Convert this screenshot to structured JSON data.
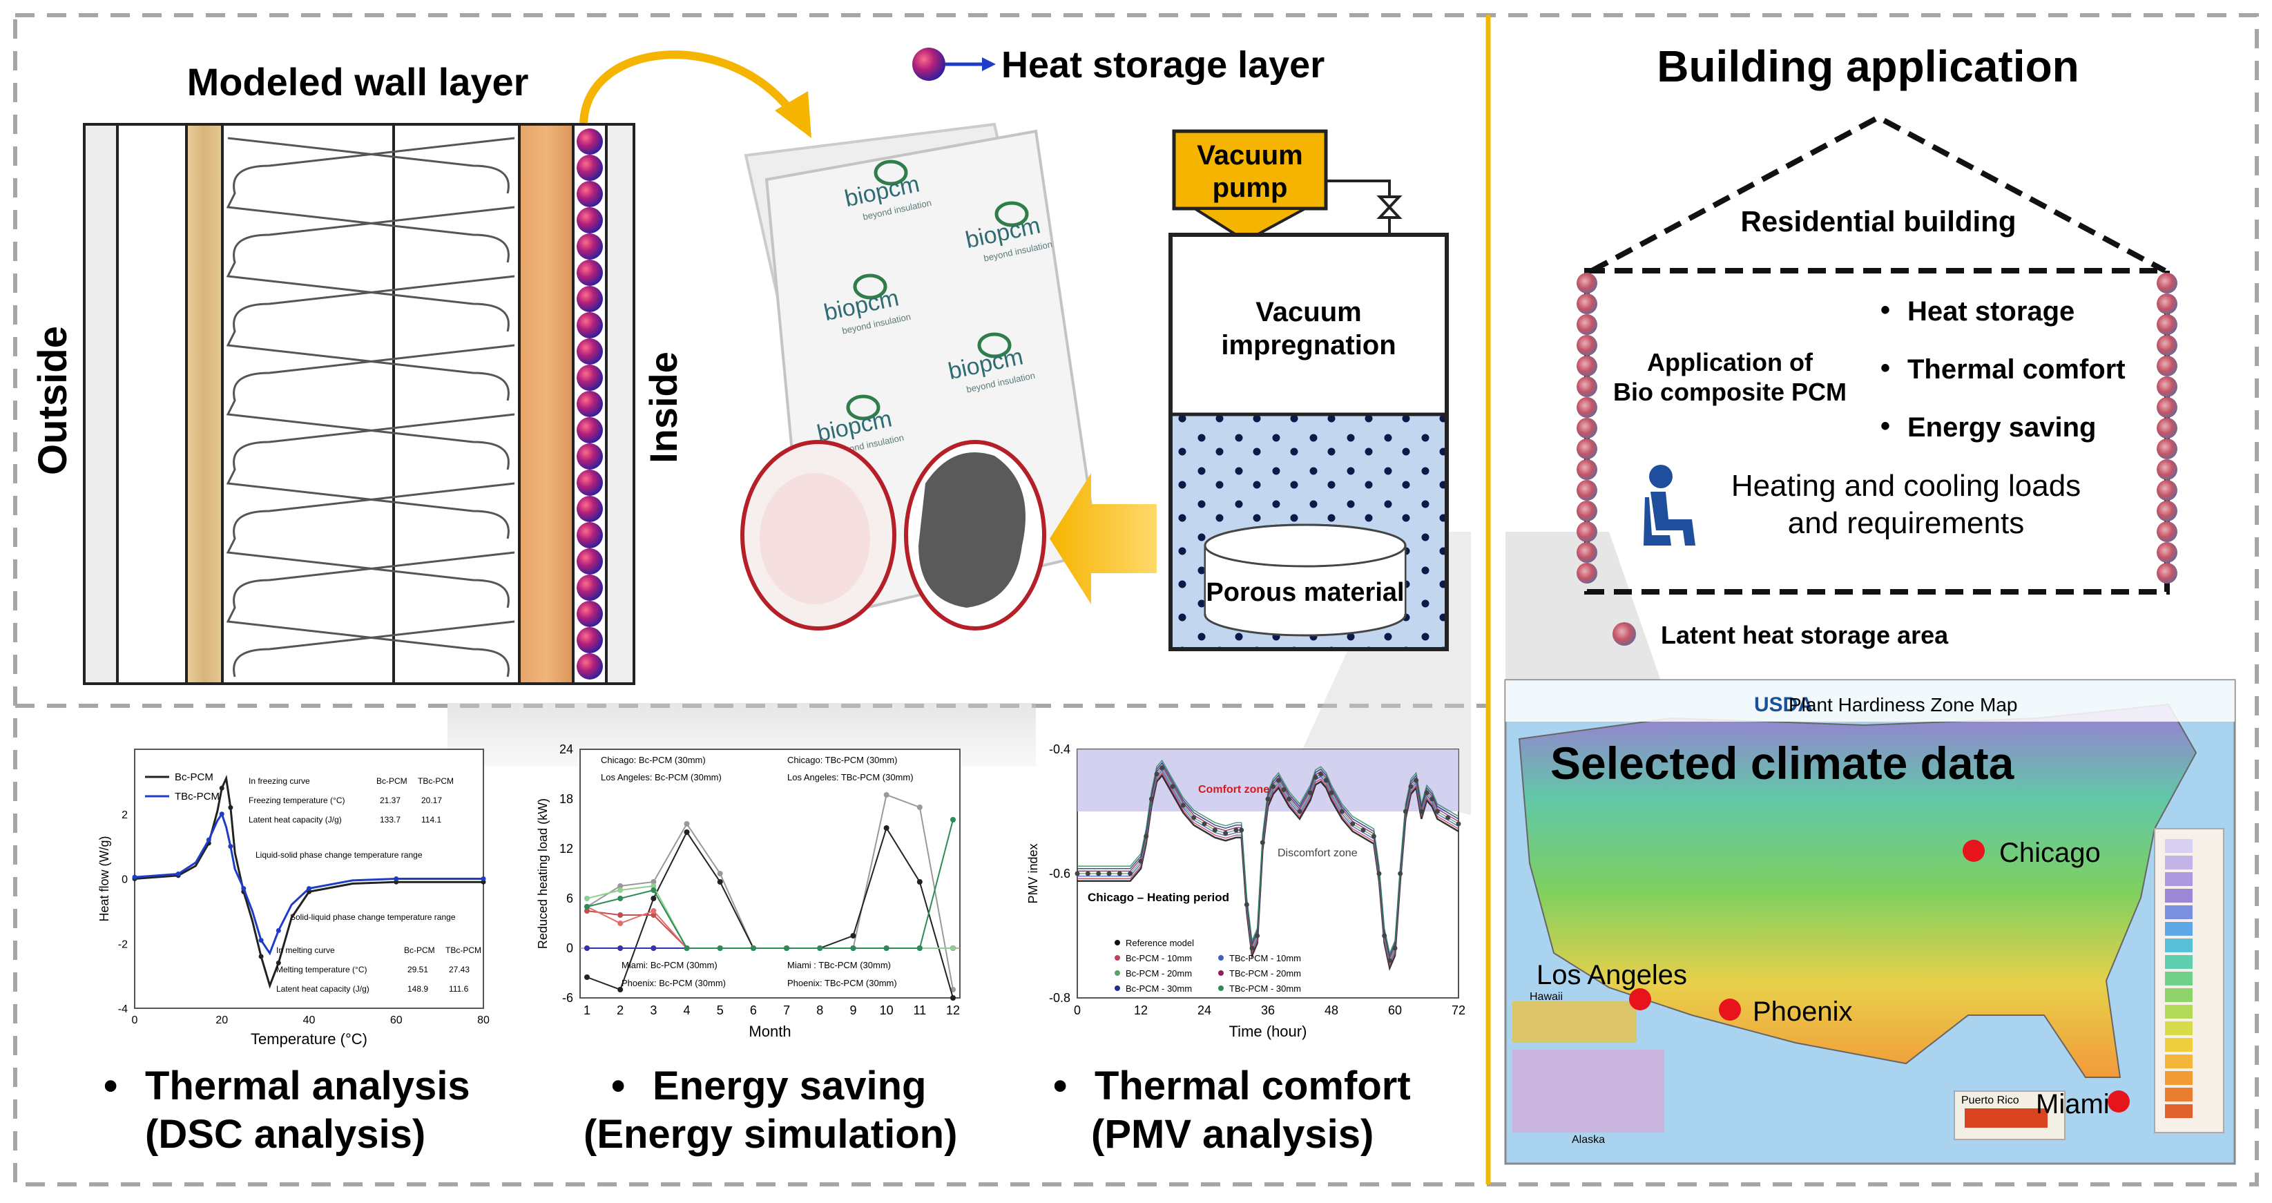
{
  "wall": {
    "title": "Modeled wall layer",
    "outside": "Outside",
    "inside": "Inside"
  },
  "heat_storage_legend": "Heat storage layer",
  "biopcm": {
    "brand": "biopcm",
    "tagline": "beyond insulation"
  },
  "vacuum": {
    "pump": [
      "Vacuum",
      "pump"
    ],
    "impregnation": [
      "Vacuum",
      "impregnation"
    ],
    "porous": "Porous material"
  },
  "building": {
    "title": "Building application",
    "residential": "Residential building",
    "application": [
      "Application of",
      "Bio composite PCM"
    ],
    "bullets": [
      "Heat storage",
      "Thermal comfort",
      "Energy saving"
    ],
    "loads": [
      "Heating and cooling loads",
      "and requirements"
    ],
    "latent_legend": "Latent heat storage area"
  },
  "map": {
    "title": "Plant Hardiness Zone Map",
    "usda": "USDA",
    "overlay": "Selected climate data",
    "cities": [
      "Chicago",
      "Los Angeles",
      "Phoenix",
      "Miami"
    ],
    "insets": [
      "Hawaii",
      "Alaska",
      "Puerto Rico"
    ]
  },
  "analyses": [
    {
      "bullet": "•",
      "line1": "Thermal analysis",
      "line2": "(DSC analysis)"
    },
    {
      "bullet": "•",
      "line1": "Energy saving",
      "line2": "(Energy simulation)"
    },
    {
      "bullet": "•",
      "line1": "Thermal comfort",
      "line2": "(PMV analysis)"
    }
  ],
  "chart_data": [
    {
      "type": "line",
      "title": "",
      "xlabel": "Temperature (°C)",
      "ylabel": "Heat flow (W/g)",
      "xlim": [
        0,
        80
      ],
      "ylim": [
        -4,
        4
      ],
      "xticks": [
        "0",
        "20",
        "40",
        "60",
        "80"
      ],
      "yticks": [
        "2",
        "0",
        "-2",
        "-4"
      ],
      "legend": [
        "Bc-PCM",
        "TBc-PCM"
      ],
      "annotations": [
        "Liquid-solid phase change temperature range",
        "Solid-liquid phase change temperature range"
      ],
      "freezing_table": {
        "header": [
          "In freezing curve",
          "Bc-PCM",
          "TBc-PCM"
        ],
        "rows": [
          [
            "Freezing temperature (°C)",
            "21.37",
            "20.17"
          ],
          [
            "Latent heat capacity (J/g)",
            "133.7",
            "114.1"
          ]
        ]
      },
      "melting_table": {
        "header": [
          "In melting curve",
          "Bc-PCM",
          "TBc-PCM"
        ],
        "rows": [
          [
            "Melting temperature (°C)",
            "29.51",
            "27.43"
          ],
          [
            "Latent heat capacity (J/g)",
            "148.9",
            "111.6"
          ]
        ]
      },
      "series": [
        {
          "name": "Bc-PCM",
          "x": [
            0,
            5,
            10,
            14,
            17,
            19,
            20,
            21,
            22,
            23,
            25,
            27,
            29,
            31,
            33,
            36,
            40,
            50,
            60,
            70,
            80
          ],
          "y": [
            0,
            0.05,
            0.1,
            0.4,
            1.1,
            2.1,
            2.8,
            3.1,
            2.2,
            0.8,
            -0.4,
            -1.3,
            -2.4,
            -3.3,
            -2.6,
            -1.2,
            -0.4,
            -0.15,
            -0.1,
            -0.1,
            -0.1
          ]
        },
        {
          "name": "TBc-PCM",
          "x": [
            0,
            5,
            10,
            14,
            17,
            19,
            20,
            21,
            22,
            23,
            25,
            27,
            29,
            31,
            33,
            36,
            40,
            50,
            60,
            70,
            80
          ],
          "y": [
            0.05,
            0.1,
            0.15,
            0.5,
            1.2,
            1.8,
            2.0,
            1.6,
            1.0,
            0.3,
            -0.3,
            -1.0,
            -1.9,
            -2.3,
            -1.6,
            -0.8,
            -0.3,
            -0.05,
            0.0,
            0.0,
            0.0
          ]
        }
      ]
    },
    {
      "type": "line",
      "title": "",
      "xlabel": "Month",
      "ylabel": "Reduced heating load (kW)",
      "xlim": [
        1,
        12
      ],
      "ylim": [
        -6,
        24
      ],
      "xticks": [
        "1",
        "2",
        "3",
        "4",
        "5",
        "6",
        "7",
        "8",
        "9",
        "10",
        "11",
        "12"
      ],
      "yticks": [
        "24",
        "18",
        "12",
        "6",
        "0",
        "-6"
      ],
      "legend": [
        "Chicago: Bc-PCM (30mm)",
        "Chicago: TBc-PCM (30mm)",
        "Los Angeles: Bc-PCM (30mm)",
        "Los Angeles: TBc-PCM (30mm)",
        "Miami: Bc-PCM (30mm)",
        "Miami : TBc-PCM (30mm)",
        "Phoenix: Bc-PCM (30mm)",
        "Phoenix: TBc-PCM (30mm)"
      ],
      "series": [
        {
          "name": "Chicago: Bc-PCM (30mm)",
          "color": "#999999",
          "values": [
            5,
            7.5,
            8,
            15,
            9,
            0,
            0,
            0,
            0,
            18.5,
            17,
            -5
          ]
        },
        {
          "name": "Chicago: TBc-PCM (30mm)",
          "color": "#222222",
          "values": [
            -3.5,
            -5,
            6,
            14,
            8,
            0,
            0,
            0,
            1.5,
            14.5,
            8,
            -6
          ]
        },
        {
          "name": "Los Angeles: Bc-PCM (30mm)",
          "color": "#c0504d",
          "values": [
            4.5,
            4,
            4,
            0,
            0,
            0,
            0,
            0,
            0,
            0,
            0,
            0
          ]
        },
        {
          "name": "Los Angeles: TBc-PCM (30mm)",
          "color": "#e46c6c",
          "values": [
            5,
            3,
            4.5,
            0,
            0,
            0,
            0,
            0,
            0,
            0,
            0,
            0
          ]
        },
        {
          "name": "Miami: Bc-PCM (30mm)",
          "color": "#8888cc",
          "values": [
            0,
            0,
            0,
            0,
            0,
            0,
            0,
            0,
            0,
            0,
            0,
            0
          ]
        },
        {
          "name": "Miami : TBc-PCM (30mm)",
          "color": "#3333aa",
          "values": [
            0,
            0,
            0,
            0,
            0,
            0,
            0,
            0,
            0,
            0,
            0,
            0
          ]
        },
        {
          "name": "Phoenix: Bc-PCM (30mm)",
          "color": "#8fcf8f",
          "values": [
            6,
            7,
            7.5,
            0,
            0,
            0,
            0,
            0,
            0,
            0,
            0,
            0
          ]
        },
        {
          "name": "Phoenix: TBc-PCM (30mm)",
          "color": "#2e8b57",
          "values": [
            5,
            6,
            7,
            0,
            0,
            0,
            0,
            0,
            0,
            0,
            0,
            15.5
          ]
        }
      ]
    },
    {
      "type": "line",
      "title": "",
      "xlabel": "Time (hour)",
      "ylabel": "PMV index",
      "xlim": [
        0,
        72
      ],
      "ylim": [
        -0.8,
        -0.4
      ],
      "xticks": [
        "0",
        "12",
        "24",
        "36",
        "48",
        "60",
        "72"
      ],
      "yticks": [
        "-0.4",
        "-0.6",
        "-0.8"
      ],
      "annotations": [
        "Comfort zone",
        "Discomfort zone",
        "Chicago – Heating period"
      ],
      "legend": [
        "Reference model",
        "Bc-PCM - 10mm",
        "TBc-PCM - 10mm",
        "Bc-PCM - 20mm",
        "TBc-PCM - 20mm",
        "Bc-PCM - 30mm",
        "TBc-PCM - 30mm"
      ],
      "comfort_zone": [
        -0.5,
        -0.4
      ],
      "series": [
        {
          "name": "Reference model",
          "x": [
            0,
            2,
            4,
            6,
            8,
            10,
            12,
            13,
            14,
            15,
            16,
            18,
            20,
            22,
            24,
            26,
            28,
            30,
            31,
            32,
            33,
            34,
            35,
            36,
            37,
            38,
            39,
            40,
            42,
            44,
            45,
            46,
            47,
            48,
            50,
            52,
            54,
            56,
            57,
            58,
            59,
            60,
            61,
            62,
            63,
            64,
            65,
            66,
            67,
            68,
            70,
            72
          ],
          "y": [
            -0.6,
            -0.6,
            -0.6,
            -0.6,
            -0.6,
            -0.6,
            -0.58,
            -0.54,
            -0.48,
            -0.44,
            -0.43,
            -0.46,
            -0.49,
            -0.51,
            -0.52,
            -0.53,
            -0.535,
            -0.53,
            -0.53,
            -0.65,
            -0.72,
            -0.7,
            -0.55,
            -0.48,
            -0.46,
            -0.45,
            -0.465,
            -0.48,
            -0.5,
            -0.47,
            -0.445,
            -0.44,
            -0.45,
            -0.47,
            -0.5,
            -0.52,
            -0.53,
            -0.54,
            -0.6,
            -0.7,
            -0.74,
            -0.72,
            -0.6,
            -0.5,
            -0.46,
            -0.45,
            -0.5,
            -0.47,
            -0.48,
            -0.5,
            -0.51,
            -0.52
          ]
        }
      ]
    }
  ]
}
